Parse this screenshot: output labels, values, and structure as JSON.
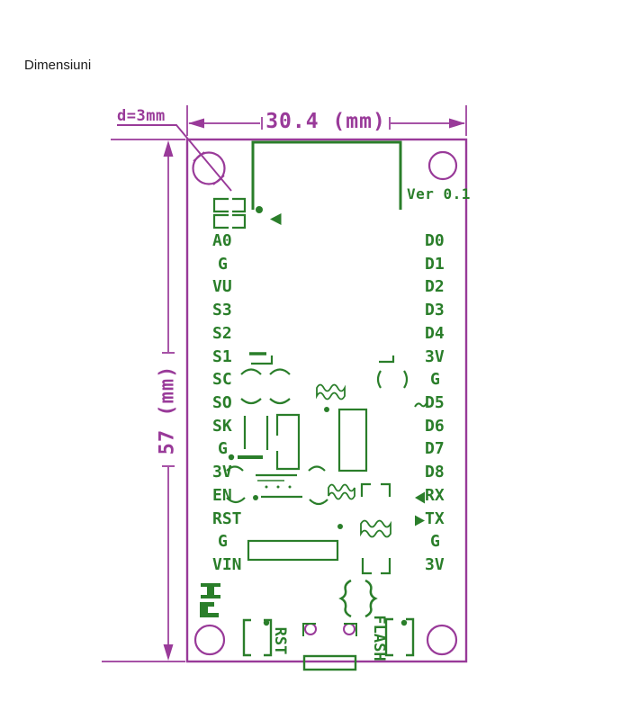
{
  "page": {
    "caption": "Dimensiuni"
  },
  "colors": {
    "drawing_magenta": "#993a99",
    "silkscreen_green": "#2a7e2a",
    "caption_black": "#1a1a1a",
    "background": "#ffffff"
  },
  "dimensions": {
    "width": "30.4 (mm)",
    "height": "57 (mm)",
    "hole": "d=3mm"
  },
  "board": {
    "version": "Ver 0.1",
    "left_pins": [
      "A0",
      "G",
      "VU",
      "S3",
      "S2",
      "S1",
      "SC",
      "SO",
      "SK",
      "G",
      "3V",
      "EN",
      "RST",
      "G",
      "VIN"
    ],
    "right_pins": [
      "D0",
      "D1",
      "D2",
      "D3",
      "D4",
      "3V",
      "G",
      "D5",
      "D6",
      "D7",
      "D8",
      "RX",
      "TX",
      "G",
      "3V"
    ],
    "buttons": {
      "reset": "RST",
      "flash": "FLASH"
    },
    "icons": {
      "rx_prefix": "left-triangle-icon",
      "tx_prefix": "right-triangle-icon",
      "d5_prefix": "tilde-icon",
      "antenna_marker": "left-triangle-icon"
    }
  }
}
